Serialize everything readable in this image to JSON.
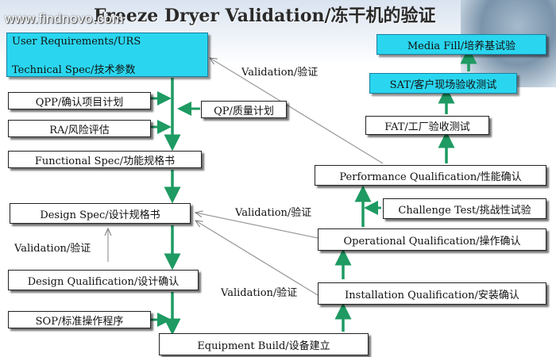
{
  "watermark": "www.findnovo.com",
  "title": "Freeze Dryer Validation/冻干机的验证",
  "left": {
    "urs_line1": "User Requirements/URS",
    "urs_line2": "Technical Spec/技术参数",
    "qpp": "QPP/确认项目计划",
    "ra": "RA/风险评估",
    "qp": "QP/质量计划",
    "functional_spec": "Functional Spec/功能规格书",
    "design_spec": "Design Spec/设计规格书",
    "design_qualification": "Design Qualification/设计确认",
    "sop": "SOP/标准操作程序",
    "equipment_build": "Equipment Build/设备建立"
  },
  "right": {
    "media_fill": "Media Fill/培养基试验",
    "sat": "SAT/客户现场验收测试",
    "fat": "FAT/工厂验收测试",
    "pq": "Performance Qualification/性能确认",
    "challenge_test": "Challenge Test/挑战性试验",
    "oq": "Operational Qualification/操作确认",
    "iq": "Installation Qualification/安装确认"
  },
  "validation_labels": {
    "top": "Validation/验证",
    "middle": "Validation/验证",
    "left": "Validation/验证",
    "bottom": "Validation/验证"
  },
  "colors": {
    "accent_box": "#2ad6ef",
    "arrow_green": "#1e9a62",
    "line_gray": "#9a9a9a"
  }
}
